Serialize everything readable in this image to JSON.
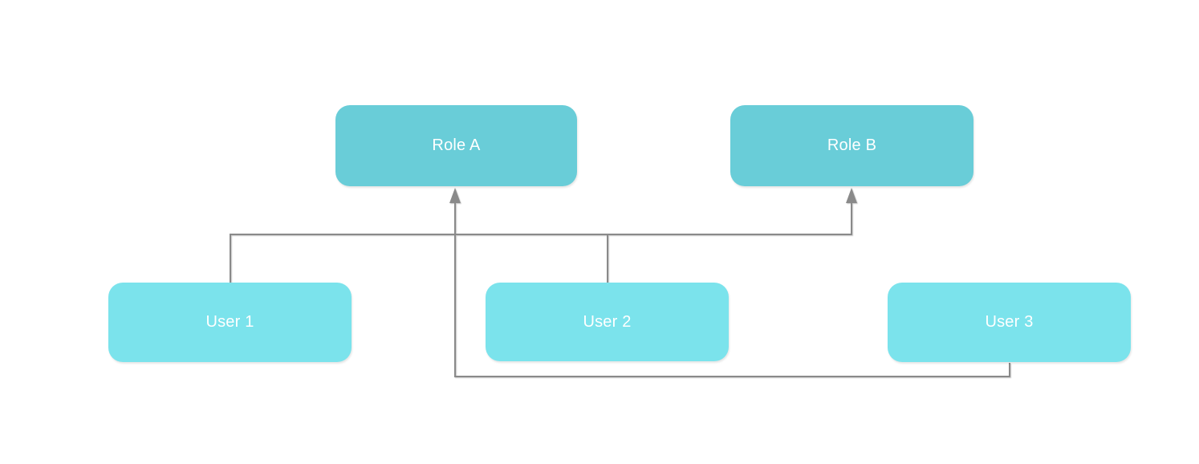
{
  "diagram": {
    "type": "flowchart",
    "nodes": [
      {
        "id": "role-a",
        "label": "Role A",
        "kind": "role"
      },
      {
        "id": "role-b",
        "label": "Role B",
        "kind": "role"
      },
      {
        "id": "user-1",
        "label": "User 1",
        "kind": "user"
      },
      {
        "id": "user-2",
        "label": "User 2",
        "kind": "user"
      },
      {
        "id": "user-3",
        "label": "User 3",
        "kind": "user"
      }
    ],
    "edges": [
      {
        "from": "user-1",
        "to": "role-b",
        "arrow": "arrowhead-at-role-b"
      },
      {
        "from": "user-2",
        "to": "role-b",
        "arrow": "arrowhead-at-role-b"
      },
      {
        "from": "user-3",
        "to": "role-a",
        "arrow": "arrowhead-at-role-a"
      }
    ],
    "colors": {
      "role_fill": "#69cdd8",
      "user_fill": "#7be3ec",
      "label_text": "#ffffff",
      "connector": "#8a8a8a",
      "canvas_bg": "#ffffff"
    }
  }
}
